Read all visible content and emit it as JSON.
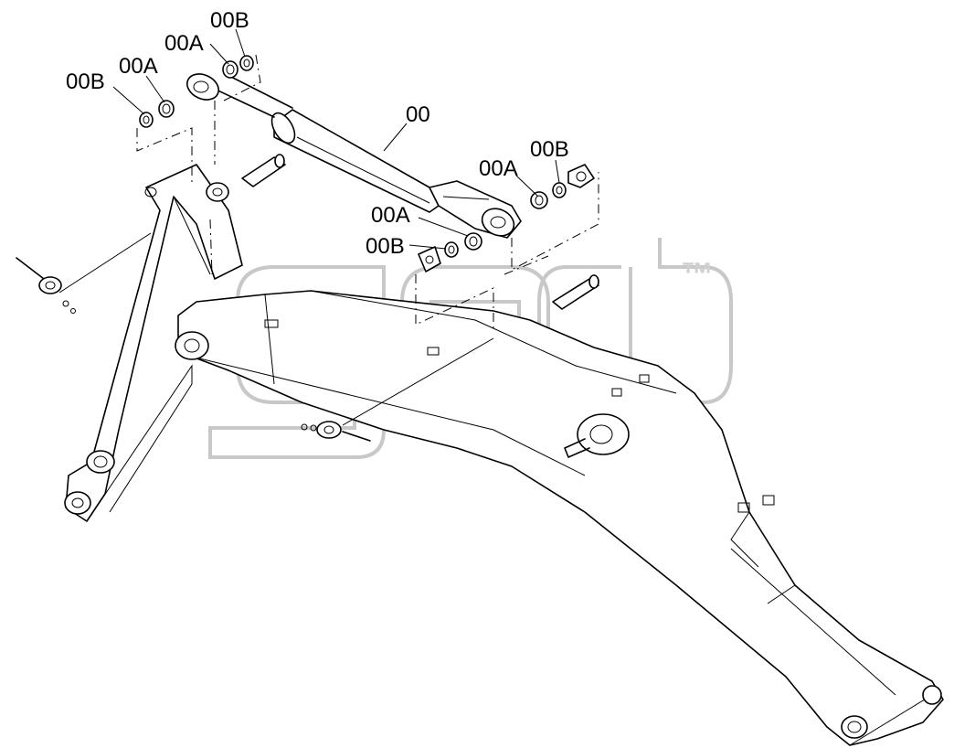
{
  "labels": {
    "cylinder": "00",
    "bushing_a_top_left": "00A",
    "shim_b_top_left": "00B",
    "bushing_a_top_right": "00A",
    "shim_b_top_right": "00B",
    "bushing_a_rod_right": "00A",
    "shim_b_rod_right": "00B",
    "bushing_a_rod_left": "00A",
    "shim_b_rod_left": "00B"
  },
  "watermark": {
    "trademark": "™"
  }
}
